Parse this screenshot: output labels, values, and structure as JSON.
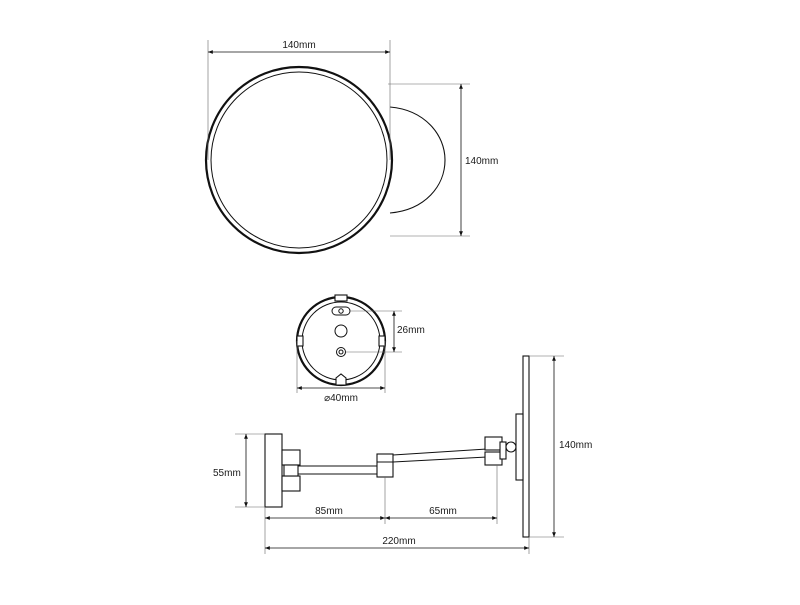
{
  "colors": {
    "line": "#111111",
    "background": "#ffffff"
  },
  "dimensions": {
    "front_width": "140mm",
    "front_height": "140mm",
    "mount_height": "26mm",
    "mount_diameter": "⌀40mm",
    "base_height": "55mm",
    "arm_first": "85mm",
    "arm_second": "65mm",
    "side_height": "140mm",
    "total_length": "220mm"
  }
}
